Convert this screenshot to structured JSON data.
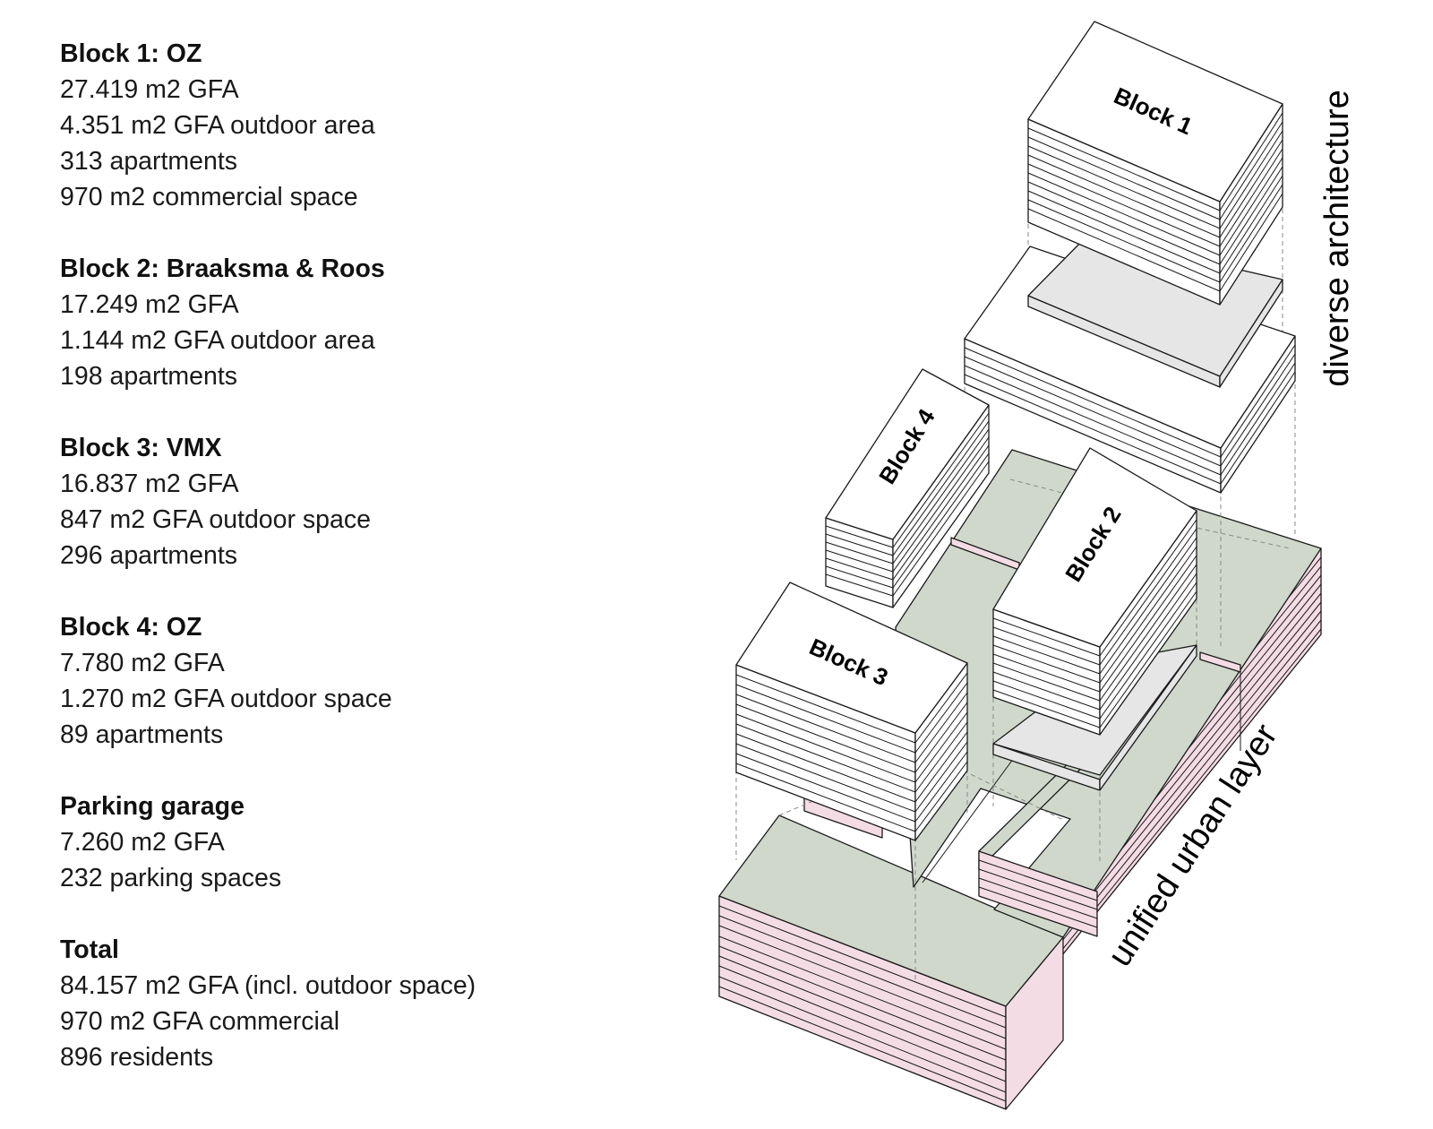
{
  "colors": {
    "top_face": "#ffffff",
    "podium_roof": "#cfd8cb",
    "podium_side": "#f4dce4",
    "slab": "#e6e6e6",
    "stroke": "#1a1a1a"
  },
  "stats": [
    {
      "heading": "Block 1: OZ",
      "lines": [
        "27.419 m2 GFA",
        "4.351 m2 GFA outdoor area",
        "313 apartments",
        "970 m2 commercial space"
      ]
    },
    {
      "heading": "Block 2: Braaksma & Roos",
      "lines": [
        "17.249 m2 GFA",
        "1.144 m2 GFA outdoor area",
        "198 apartments"
      ]
    },
    {
      "heading": "Block 3: VMX",
      "lines": [
        "16.837 m2 GFA",
        "847 m2 GFA outdoor space",
        "296 apartments"
      ]
    },
    {
      "heading": "Block 4: OZ",
      "lines": [
        "7.780 m2 GFA",
        "1.270 m2 GFA outdoor space",
        "89 apartments"
      ]
    },
    {
      "heading": "Parking garage",
      "lines": [
        "7.260 m2 GFA",
        "232 parking spaces"
      ]
    },
    {
      "heading": "Total",
      "lines": [
        "84.157 m2 GFA (incl. outdoor space)",
        "970 m2 GFA commercial",
        "896 residents"
      ]
    }
  ],
  "diagram": {
    "block_labels": {
      "block1": "Block 1",
      "block2": "Block 2",
      "block3": "Block 3",
      "block4": "Block 4"
    },
    "side_labels": {
      "top": "diverse architecture",
      "bottom": "unified urban layer"
    }
  }
}
